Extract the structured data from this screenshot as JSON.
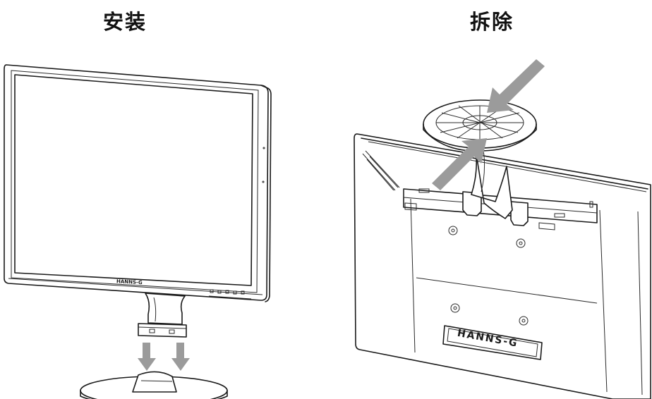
{
  "headings": {
    "install": "安装",
    "remove": "拆除"
  },
  "front_monitor": {
    "bezel_brand": "HANNS-G"
  },
  "rear_monitor": {
    "rear_brand": "HANNS-G"
  }
}
